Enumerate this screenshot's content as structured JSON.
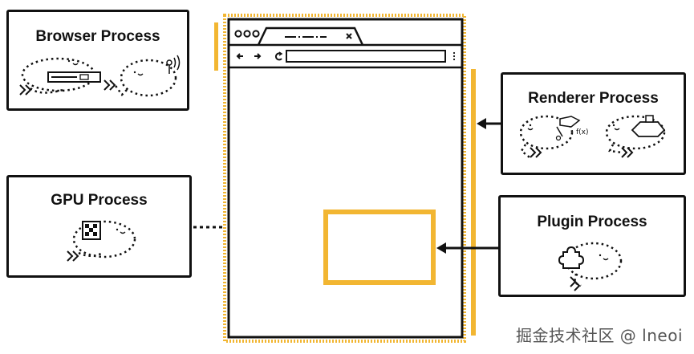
{
  "processes": {
    "browser": "Browser Process",
    "gpu": "GPU Process",
    "renderer": "Renderer Process",
    "plugin": "Plugin Process"
  },
  "watermark": "掘金技术社区 @ lneoi",
  "colors": {
    "accent": "#f2b632",
    "stroke": "#111111"
  },
  "icons": [
    "browser-character-icon",
    "antenna-character-icon",
    "gpu-character-icon",
    "renderer-character-icon",
    "car-character-icon",
    "plugin-character-icon"
  ]
}
